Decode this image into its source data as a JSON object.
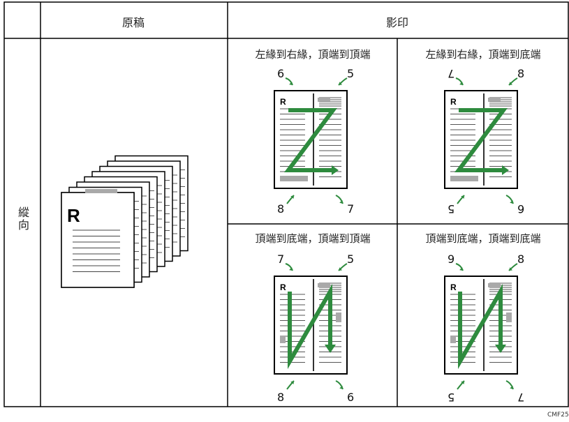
{
  "header": {
    "col_original": "原稿",
    "col_copy": "影印"
  },
  "row_label": "縱向",
  "cells": [
    {
      "caption": "左緣到右緣，頂端到頂端",
      "pattern": "Z",
      "flipped_bottom": false,
      "numbers": {
        "top_left": "6",
        "top_right": "5",
        "bottom_left": "8",
        "bottom_right": "7"
      }
    },
    {
      "caption": "左緣到右緣，頂端到底端",
      "pattern": "Z",
      "flipped_bottom": true,
      "numbers": {
        "top_left": "7",
        "top_right": "8",
        "bottom_left": "5",
        "bottom_right": "6"
      }
    },
    {
      "caption": "頂端到底端，頂端到頂端",
      "pattern": "N",
      "flipped_bottom": false,
      "numbers": {
        "top_left": "7",
        "top_right": "5",
        "bottom_left": "8",
        "bottom_right": "6"
      }
    },
    {
      "caption": "頂端到底端，頂端到底端",
      "pattern": "N",
      "flipped_bottom": true,
      "numbers": {
        "top_left": "9",
        "top_right": "8",
        "bottom_left": "5",
        "bottom_right": "7"
      }
    }
  ],
  "original_stack": {
    "letter": "R",
    "sheet_count": 8
  },
  "figure_code": "CMF25",
  "colors": {
    "arrow_green": "#2e8b3e",
    "grey_block": "#a9a9a9",
    "line": "#000000"
  }
}
